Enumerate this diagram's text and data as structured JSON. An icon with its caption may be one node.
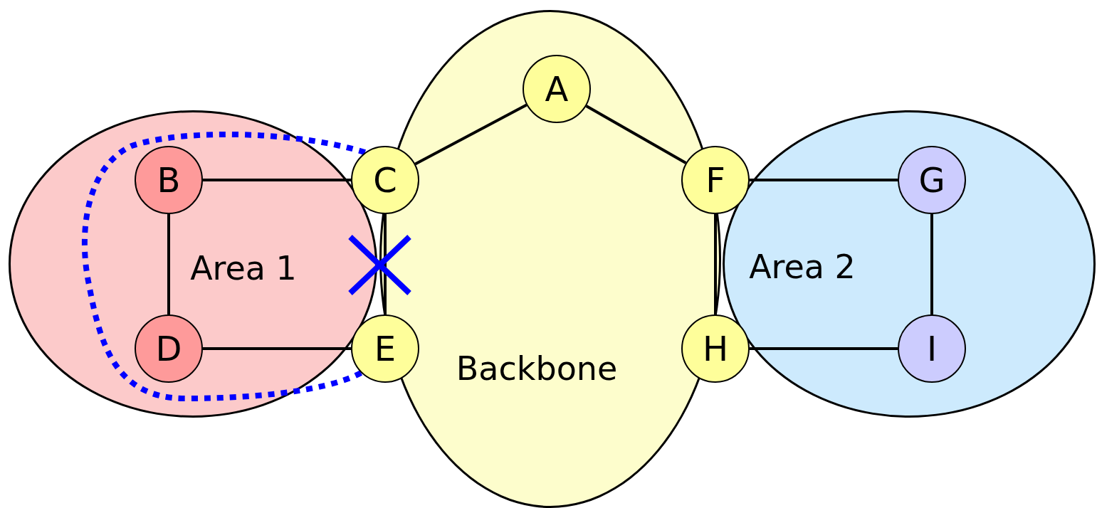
{
  "diagram": {
    "nodes": [
      {
        "text": [
          "Area 1"
        ]
      },
      {
        "text": [
          "Backbone"
        ]
      },
      {
        "text": [
          "Area 2"
        ]
      },
      {
        "text": [
          "A"
        ],
        "in": 1
      },
      {
        "text": [
          "B"
        ],
        "in": 0
      },
      {
        "text": [
          "C"
        ]
      },
      {
        "text": [
          "F"
        ]
      },
      {
        "text": [
          "G"
        ],
        "in": 2
      },
      {
        "text": [
          "D"
        ],
        "in": 0
      },
      {
        "text": [
          "E"
        ]
      },
      {
        "text": [
          "H"
        ]
      },
      {
        "text": [
          "I"
        ],
        "in": 2
      }
    ],
    "edges": [
      {
        "from": 3,
        "to": 5,
        "arrow": "none"
      },
      {
        "from": 3,
        "to": 6,
        "arrow": "none"
      },
      {
        "from": 4,
        "to": 5,
        "arrow": "none"
      },
      {
        "from": 6,
        "to": 7,
        "arrow": "none"
      },
      {
        "from": 4,
        "to": 8,
        "arrow": "none"
      },
      {
        "from": 7,
        "to": 11,
        "arrow": "none"
      },
      {
        "from": 5,
        "to": 9,
        "arrow": "none"
      },
      {
        "from": 6,
        "to": 10,
        "arrow": "none"
      },
      {
        "from": 8,
        "to": 9,
        "arrow": "none"
      },
      {
        "from": 10,
        "to": 11,
        "arrow": "none"
      },
      {
        "from": 5,
        "to": 9,
        "arrow": "none",
        "style": "dashed",
        "color": "#0000ff"
      }
    ]
  }
}
